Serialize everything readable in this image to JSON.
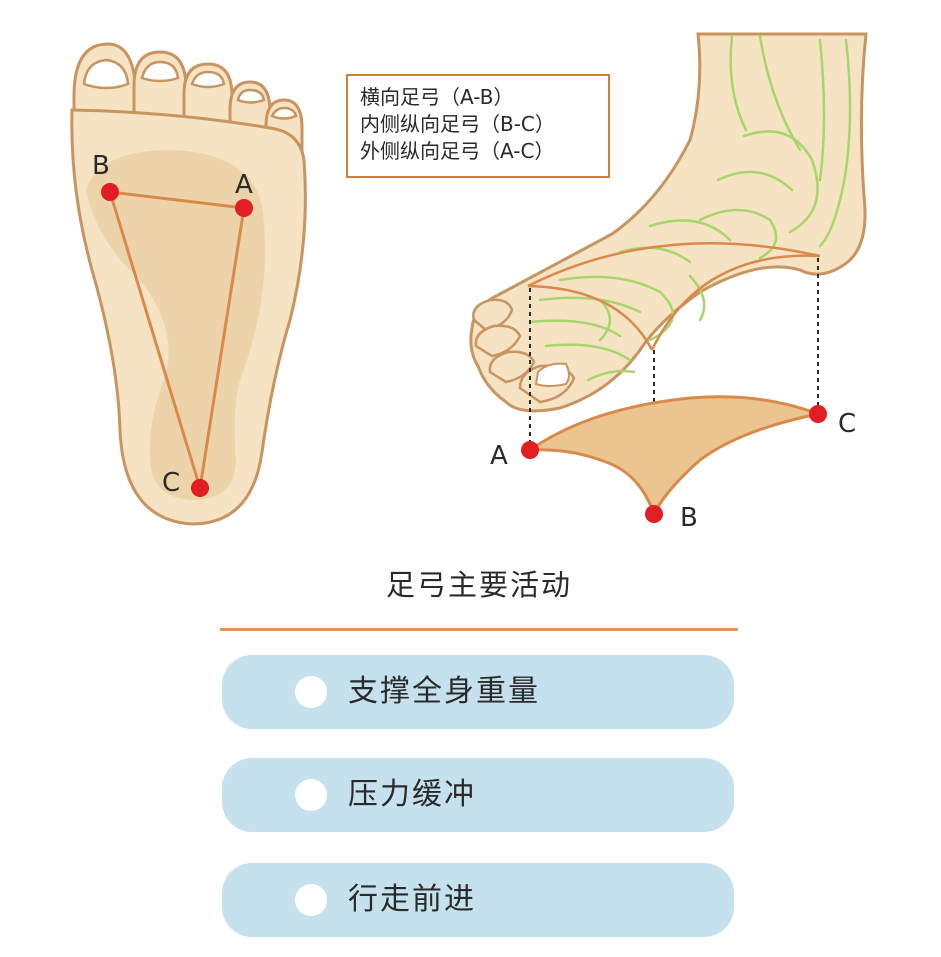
{
  "legend": {
    "lines": [
      "横向足弓（A-B）",
      "内侧纵向足弓（B-C）",
      "外侧纵向足弓（A-C）"
    ]
  },
  "sole_points": {
    "a": "A",
    "b": "B",
    "c": "C"
  },
  "side_points": {
    "a": "A",
    "b": "B",
    "c": "C"
  },
  "section_title": "足弓主要活动",
  "functions": [
    {
      "label": "支撑全身重量"
    },
    {
      "label": "压力缓冲"
    },
    {
      "label": "行走前进"
    }
  ],
  "colors": {
    "skin": "#f6e3c4",
    "outline": "#c8945f",
    "arch_fill": "#ebc490",
    "arch_line": "#d98a4a",
    "bone_line": "#a8d66a",
    "point": "#e01e24",
    "pill": "#c6e1ee",
    "divider": "#e0975b"
  }
}
